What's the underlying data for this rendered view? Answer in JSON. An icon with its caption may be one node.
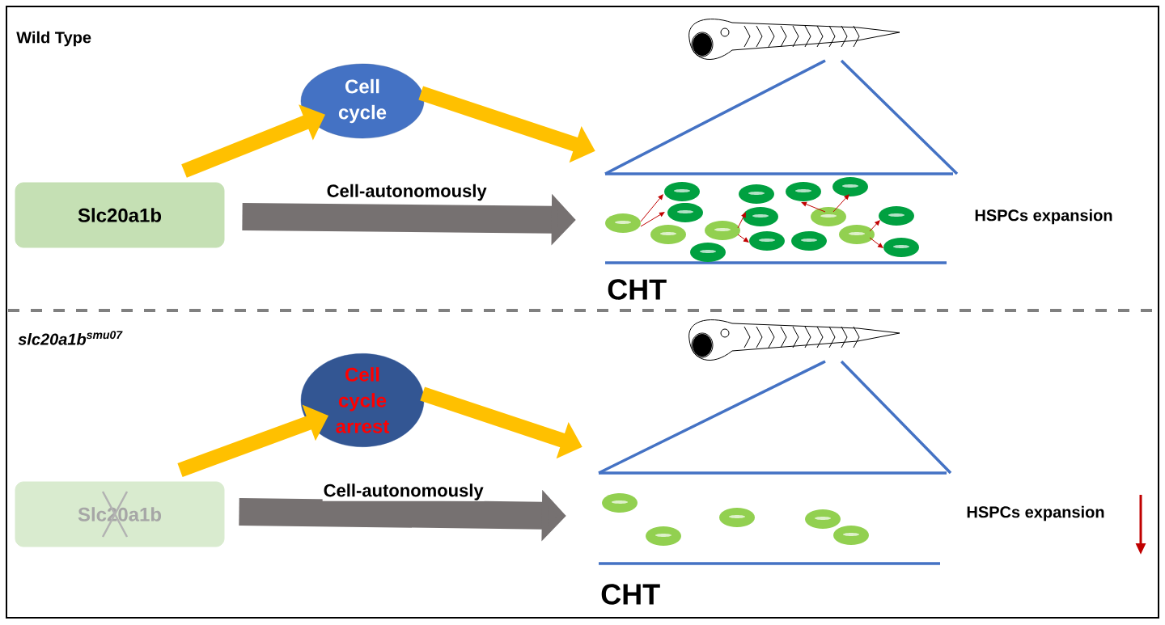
{
  "diagram": {
    "nodes": [
      {
        "text": [
          "Slc20a1b"
        ]
      },
      {
        "text": [
          "Cell cycle"
        ]
      },
      {
        "text": [
          "CHT"
        ],
        "beside": [
          "HSPCs expansion"
        ]
      },
      {
        "text": [
          "Slc20a1b"
        ]
      },
      {
        "text": [
          "Cell cycle arrest"
        ]
      },
      {
        "text": [
          "CHT"
        ],
        "beside": [
          "HSPCs expansion"
        ]
      }
    ],
    "edges": [
      {
        "from": 0,
        "to": 1,
        "arrow": "to"
      },
      {
        "from": 1,
        "to": 2,
        "arrow": "to"
      },
      {
        "from": 0,
        "to": 2,
        "arrow": "to",
        "label": "Cell-autonomously",
        "style": "thick",
        "color": "#767171"
      },
      {
        "from": 3,
        "to": 4,
        "arrow": "to"
      },
      {
        "from": 4,
        "to": 5,
        "arrow": "to"
      },
      {
        "from": 3,
        "to": 5,
        "arrow": "to",
        "label": "Cell-autonomously",
        "style": "thick",
        "color": "#767171"
      }
    ],
    "labels": [
      "Wild Type",
      "slc20a1b$^{smu07}$"
    ]
  }
}
